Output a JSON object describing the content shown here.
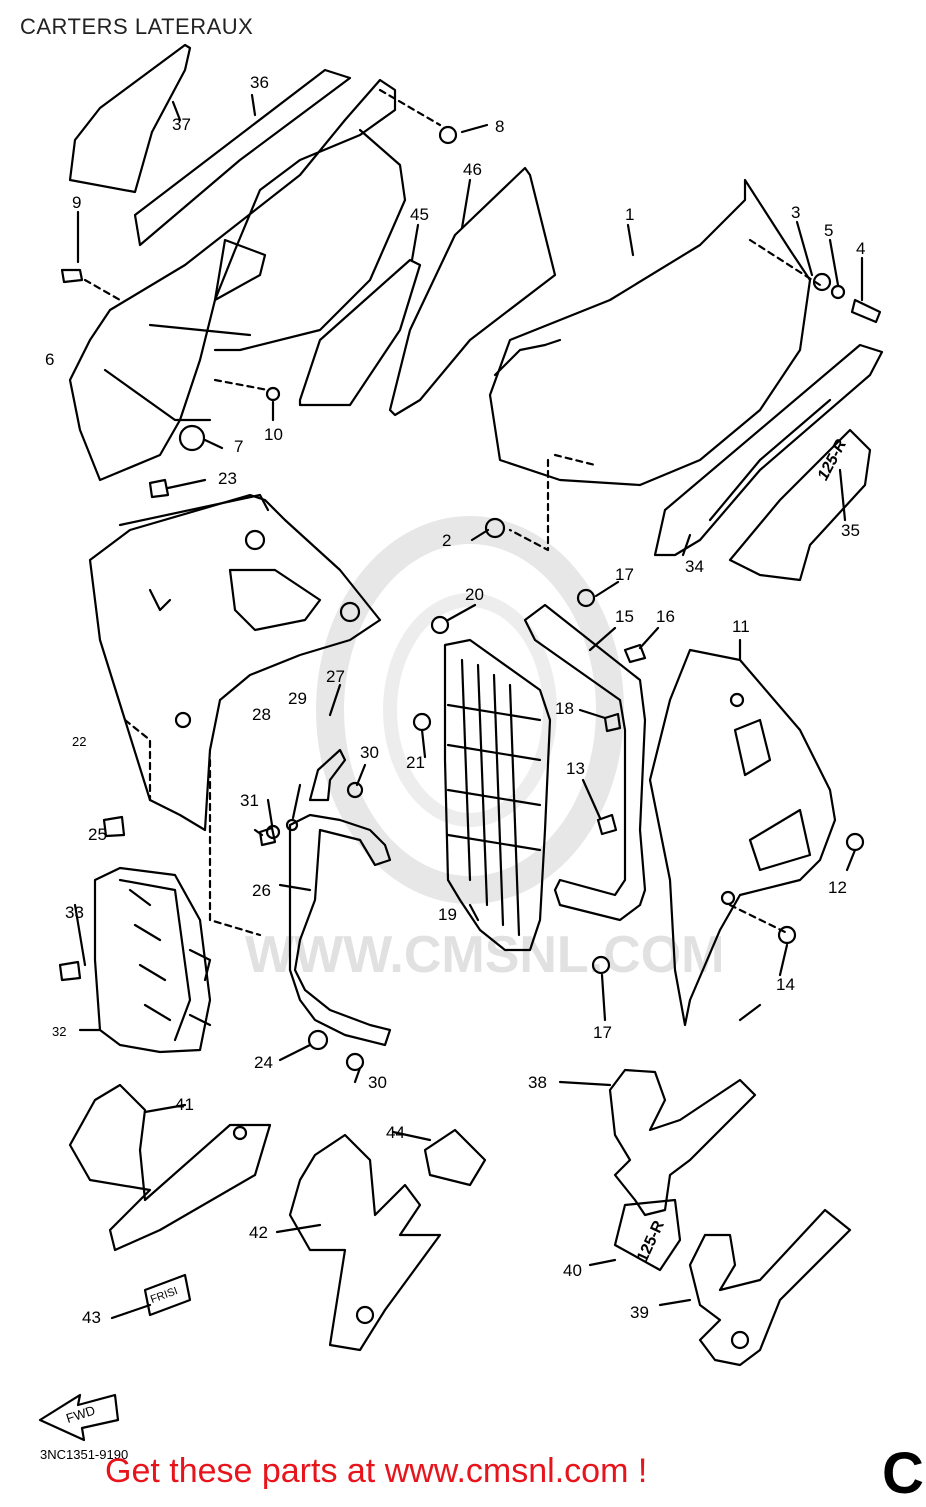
{
  "title": "CARTERS LATERAUX",
  "footer_code": "3NC1351-9190",
  "promo_text": "Get these parts at www.cmsnl.com !",
  "corner_letter": "C",
  "watermark_text": "WWW.CMSNL.COM",
  "fwd_label": "FWD",
  "decal_125r": "125-R",
  "decal_43": "FRISI",
  "part_labels": [
    {
      "id": "1",
      "text": "1"
    },
    {
      "id": "2",
      "text": "2"
    },
    {
      "id": "3",
      "text": "3"
    },
    {
      "id": "4",
      "text": "4"
    },
    {
      "id": "5",
      "text": "5"
    },
    {
      "id": "6",
      "text": "6"
    },
    {
      "id": "7",
      "text": "7"
    },
    {
      "id": "8",
      "text": "8"
    },
    {
      "id": "9",
      "text": "9"
    },
    {
      "id": "10",
      "text": "10"
    },
    {
      "id": "11",
      "text": "11"
    },
    {
      "id": "12",
      "text": "12"
    },
    {
      "id": "13",
      "text": "13"
    },
    {
      "id": "14",
      "text": "14"
    },
    {
      "id": "15",
      "text": "15"
    },
    {
      "id": "16",
      "text": "16"
    },
    {
      "id": "17a",
      "text": "17"
    },
    {
      "id": "17b",
      "text": "17"
    },
    {
      "id": "18",
      "text": "18"
    },
    {
      "id": "19",
      "text": "19"
    },
    {
      "id": "20",
      "text": "20"
    },
    {
      "id": "21",
      "text": "21"
    },
    {
      "id": "22",
      "text": "22"
    },
    {
      "id": "23",
      "text": "23"
    },
    {
      "id": "24",
      "text": "24"
    },
    {
      "id": "25",
      "text": "25"
    },
    {
      "id": "26",
      "text": "26"
    },
    {
      "id": "27",
      "text": "27"
    },
    {
      "id": "28",
      "text": "28"
    },
    {
      "id": "29",
      "text": "29"
    },
    {
      "id": "30a",
      "text": "30"
    },
    {
      "id": "30b",
      "text": "30"
    },
    {
      "id": "31",
      "text": "31"
    },
    {
      "id": "32",
      "text": "32"
    },
    {
      "id": "33",
      "text": "33"
    },
    {
      "id": "34",
      "text": "34"
    },
    {
      "id": "35",
      "text": "35"
    },
    {
      "id": "36",
      "text": "36"
    },
    {
      "id": "37",
      "text": "37"
    },
    {
      "id": "38",
      "text": "38"
    },
    {
      "id": "39",
      "text": "39"
    },
    {
      "id": "40",
      "text": "40"
    },
    {
      "id": "41",
      "text": "41"
    },
    {
      "id": "42",
      "text": "42"
    },
    {
      "id": "43",
      "text": "43"
    },
    {
      "id": "44",
      "text": "44"
    },
    {
      "id": "45",
      "text": "45"
    },
    {
      "id": "46",
      "text": "46"
    }
  ],
  "colors": {
    "ink": "#000000",
    "promo": "#e8141c",
    "watermark": "#c8c8c8",
    "background": "#ffffff"
  }
}
